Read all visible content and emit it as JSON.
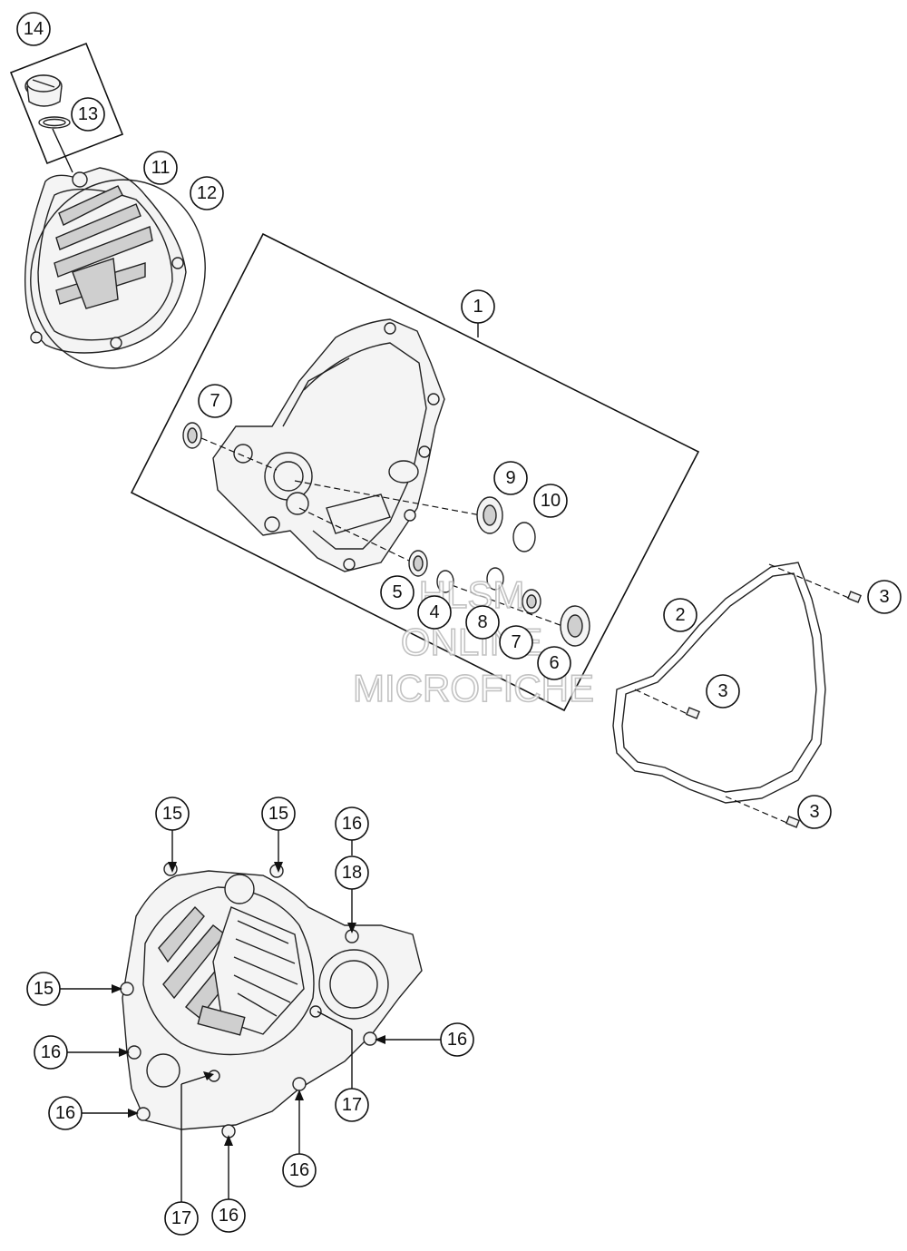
{
  "watermark": {
    "line1": "HLSM",
    "line2": "ONLINE",
    "line3": "MICROFICHE"
  },
  "callouts": [
    {
      "id": "c14",
      "label": "14"
    },
    {
      "id": "c13",
      "label": "13"
    },
    {
      "id": "c11",
      "label": "11"
    },
    {
      "id": "c12",
      "label": "12"
    },
    {
      "id": "c1",
      "label": "1"
    },
    {
      "id": "c7a",
      "label": "7"
    },
    {
      "id": "c9",
      "label": "9"
    },
    {
      "id": "c10",
      "label": "10"
    },
    {
      "id": "c5",
      "label": "5"
    },
    {
      "id": "c4",
      "label": "4"
    },
    {
      "id": "c8",
      "label": "8"
    },
    {
      "id": "c7b",
      "label": "7"
    },
    {
      "id": "c6",
      "label": "6"
    },
    {
      "id": "c2",
      "label": "2"
    },
    {
      "id": "c3a",
      "label": "3"
    },
    {
      "id": "c3b",
      "label": "3"
    },
    {
      "id": "c3c",
      "label": "3"
    },
    {
      "id": "c15a",
      "label": "15"
    },
    {
      "id": "c15b",
      "label": "15"
    },
    {
      "id": "c16a",
      "label": "16"
    },
    {
      "id": "c18",
      "label": "18"
    },
    {
      "id": "c15c",
      "label": "15"
    },
    {
      "id": "c16b",
      "label": "16"
    },
    {
      "id": "c16c",
      "label": "16"
    },
    {
      "id": "c16d",
      "label": "16"
    },
    {
      "id": "c17a",
      "label": "17"
    },
    {
      "id": "c16e",
      "label": "16"
    },
    {
      "id": "c17b",
      "label": "17"
    },
    {
      "id": "c16f",
      "label": "16"
    }
  ]
}
